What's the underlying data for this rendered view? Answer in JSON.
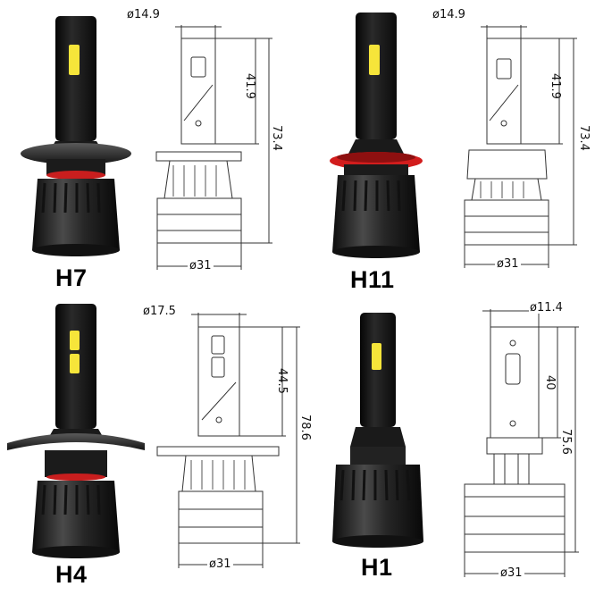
{
  "panels": [
    {
      "model": "H7",
      "dims": {
        "top_diameter": "ø14.9",
        "chip_height": "41.9",
        "total_height": "73.4",
        "base_diameter": "ø31"
      }
    },
    {
      "model": "H11",
      "dims": {
        "top_diameter": "ø14.9",
        "chip_height": "41.9",
        "total_height": "73.4",
        "base_diameter": "ø31"
      }
    },
    {
      "model": "H4",
      "dims": {
        "top_diameter": "ø17.5",
        "chip_height": "44.5",
        "total_height": "78.6",
        "base_diameter": "ø31"
      }
    },
    {
      "model": "H1",
      "dims": {
        "top_diameter": "ø11.4",
        "chip_height": "40",
        "total_height": "75.6",
        "base_diameter": "ø31"
      }
    }
  ],
  "colors": {
    "bulb_body": "#1c1c1c",
    "led_chip": "#f6e53a",
    "seal_ring_red": "#d21d1d",
    "drawing_line": "#333333"
  }
}
